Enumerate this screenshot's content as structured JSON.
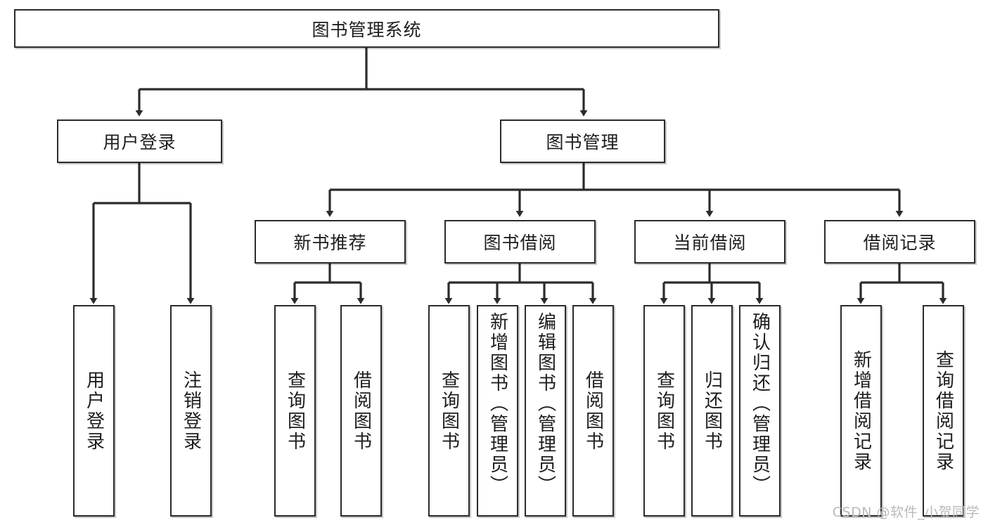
{
  "diagram": {
    "type": "tree",
    "title": "图书管理系统",
    "root": {
      "id": "root",
      "label": "图书管理系统"
    },
    "level2": [
      {
        "id": "user-login",
        "label": "用户登录"
      },
      {
        "id": "book-manage",
        "label": "图书管理"
      }
    ],
    "level3": [
      {
        "id": "new-book-recommend",
        "label": "新书推荐"
      },
      {
        "id": "book-borrow",
        "label": "图书借阅"
      },
      {
        "id": "current-borrow",
        "label": "当前借阅"
      },
      {
        "id": "borrow-record",
        "label": "借阅记录"
      }
    ],
    "leaves": {
      "user_login": [
        {
          "id": "leaf-user-login",
          "label": "用户登录"
        },
        {
          "id": "leaf-logout-login",
          "label": "注销登录"
        }
      ],
      "new_book_recommend": [
        {
          "id": "leaf-query-book-1",
          "label": "查询图书"
        },
        {
          "id": "leaf-borrow-book-1",
          "label": "借阅图书"
        }
      ],
      "book_borrow": [
        {
          "id": "leaf-query-book-2",
          "label": "查询图书"
        },
        {
          "id": "leaf-add-book",
          "label": "新增图书（管理员）"
        },
        {
          "id": "leaf-edit-book",
          "label": "编辑图书（管理员）"
        },
        {
          "id": "leaf-borrow-book-2",
          "label": "借阅图书"
        }
      ],
      "current_borrow": [
        {
          "id": "leaf-query-book-3",
          "label": "查询图书"
        },
        {
          "id": "leaf-return-book",
          "label": "归还图书"
        },
        {
          "id": "leaf-confirm-return",
          "label": "确认归还（管理员）"
        }
      ],
      "borrow_record": [
        {
          "id": "leaf-add-record",
          "label": "新增借阅记录"
        },
        {
          "id": "leaf-query-record",
          "label": "查询借阅记录"
        }
      ]
    },
    "colors": {
      "node_border": "#2b2b2b",
      "node_fill": "#ffffff",
      "text": "#1d1d1d",
      "connector": "#2b2b2b",
      "watermark": "#b9b9b9",
      "background": "#ffffff"
    }
  },
  "watermark": {
    "text": "CSDN @软件_小贺同学"
  }
}
